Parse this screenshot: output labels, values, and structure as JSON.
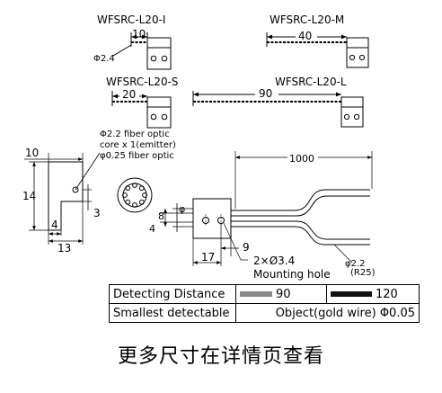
{
  "models": {
    "i": {
      "name": "WFSRC-L20-I",
      "dim": "10",
      "dia": "Φ2.4"
    },
    "m": {
      "name": "WFSRC-L20-M",
      "dim": "40"
    },
    "s": {
      "name": "WFSRC-L20-S",
      "dim": "20"
    },
    "l": {
      "name": "WFSRC-L20-L",
      "dim": "90"
    }
  },
  "drawing": {
    "fiber_callout": [
      "Φ2.2 fiber optic",
      "core x 1(emitter)",
      "φ0.25 fiber optic"
    ],
    "front": {
      "width": "10",
      "height": "14",
      "slot": "3",
      "small": "4",
      "base": "13"
    },
    "side": {
      "h1": "8",
      "h2": "4",
      "phi": "φ",
      "pitch": "9",
      "length": "17"
    },
    "cable_length": "1000",
    "holes": "2×Ø3.4",
    "mounting": "Mounting hole",
    "cable_dia": "φ2.2",
    "bend": "(R25)"
  },
  "table": {
    "row1_label": "Detecting  Distance",
    "row1_short": "90",
    "row1_long": "120",
    "row2_label": "Smallest detectable",
    "row2_value": "Object(gold wire) Φ0.05",
    "color_short": "#8a8a8a",
    "color_long": "#111111"
  },
  "footer": "更多尺寸在详情页查看"
}
